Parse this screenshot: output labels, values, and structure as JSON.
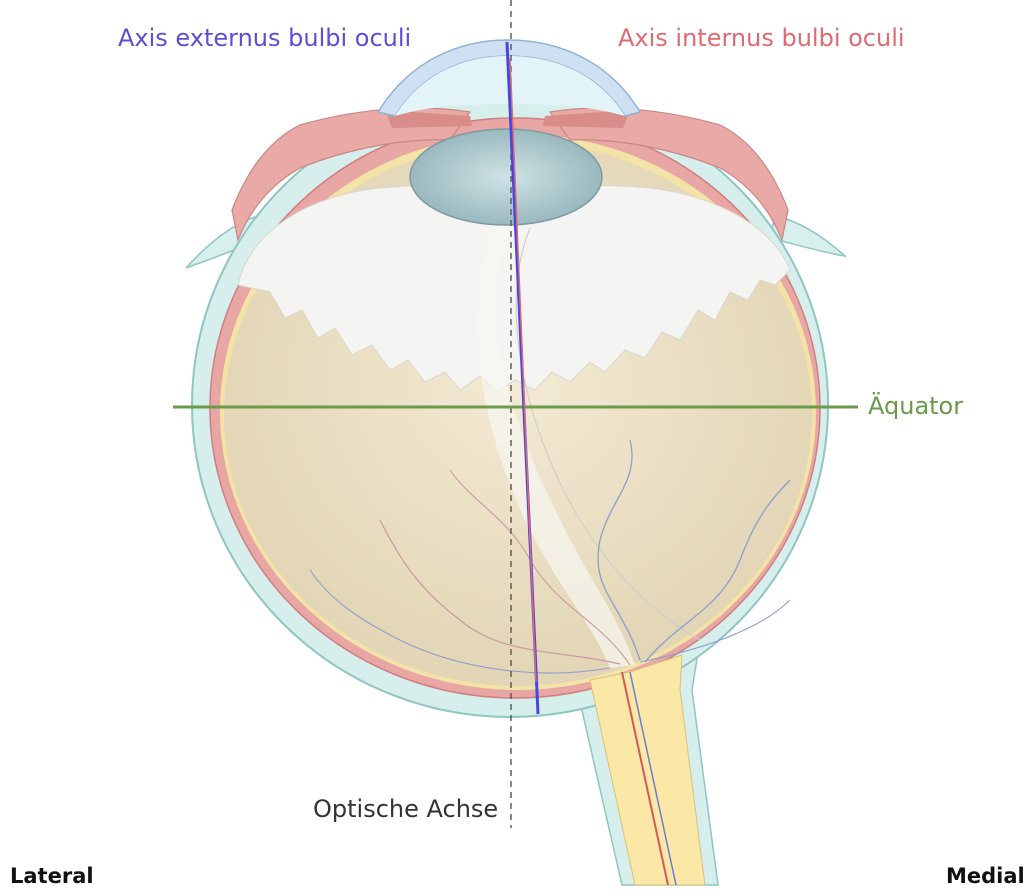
{
  "labels": {
    "axis_externus": "Axis externus bulbi oculi",
    "axis_internus": "Axis internus bulbi oculi",
    "aequator": "Äquator",
    "optische_achse": "Optische Achse",
    "lateral": "Lateral",
    "medial": "Medial"
  },
  "colors": {
    "axis_externus": "#5b4fd6",
    "axis_internus": "#e06a72",
    "aequator": "#6a9a4a",
    "optische_achse": "#555555",
    "sclera": "#d6eeec",
    "choroid": "#e8a7a5",
    "retina": "#f4e3a6",
    "vitreous": "#e8dcc0",
    "lens": "#a9c7cc",
    "optic_nerve": "#fbe7a6"
  }
}
